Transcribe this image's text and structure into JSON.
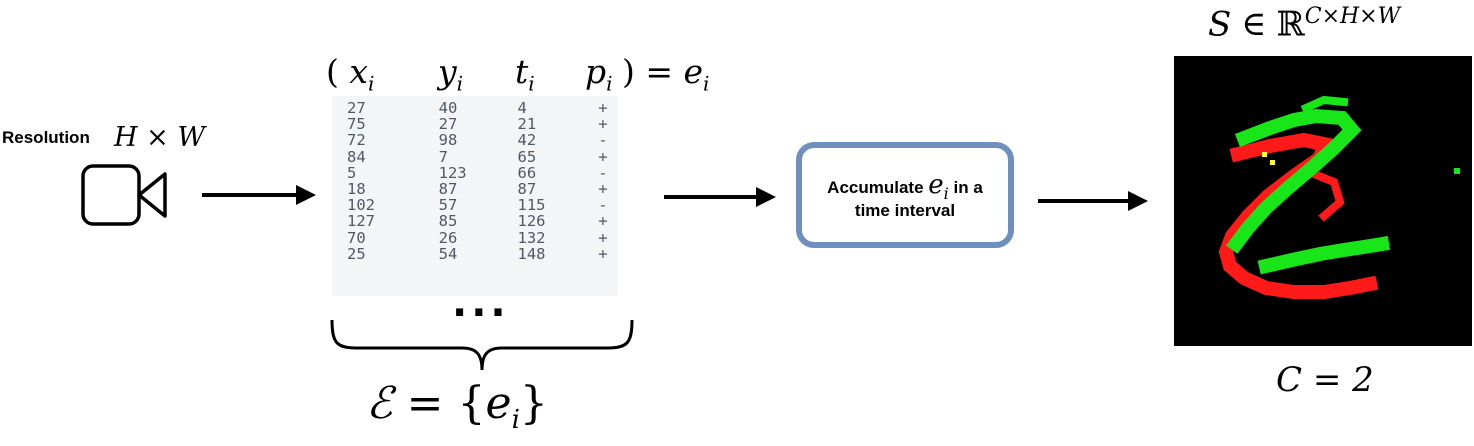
{
  "camera": {
    "resolution_label": "Resolution",
    "resolution_expr": "H × W",
    "icon": "video-camera-icon"
  },
  "event_table": {
    "header": {
      "c1": "( x",
      "s1": "i",
      "c2": "y",
      "s2": "i",
      "c3": "t",
      "s3": "i",
      "c4": "p",
      "s4": "i",
      "eq": ") = e",
      "eqs": "i"
    },
    "rows": [
      [
        "27",
        "40",
        "4",
        "+"
      ],
      [
        "75",
        "27",
        "21",
        "+"
      ],
      [
        "72",
        "98",
        "42",
        "-"
      ],
      [
        "84",
        "7",
        "65",
        "+"
      ],
      [
        "5",
        "123",
        "66",
        "-"
      ],
      [
        "18",
        "87",
        "87",
        "+"
      ],
      [
        "102",
        "57",
        "115",
        "-"
      ],
      [
        "127",
        "85",
        "126",
        "+"
      ],
      [
        "70",
        "26",
        "132",
        "+"
      ],
      [
        "25",
        "54",
        "148",
        "+"
      ]
    ],
    "ellipsis": "···",
    "set_expr": {
      "lhs": "ℰ",
      "eq": "=",
      "open": "{",
      "e": "e",
      "sub": "i",
      "close": "}"
    }
  },
  "accumulate_box": {
    "line1_pre": "Accumulate",
    "line1_var": "e",
    "line1_sub": "i",
    "line1_post": "in a",
    "line2": "time interval"
  },
  "output": {
    "title_S": "S",
    "title_in": "∈",
    "title_R": "ℝ",
    "title_sup": "C×H×W",
    "channels_expr": "C = 2",
    "image_desc_colors": {
      "background": "#000000",
      "positive": "#00ff00",
      "negative": "#ff0000",
      "overlap": "#ffff00"
    }
  },
  "arrows": {
    "color": "#000000"
  }
}
